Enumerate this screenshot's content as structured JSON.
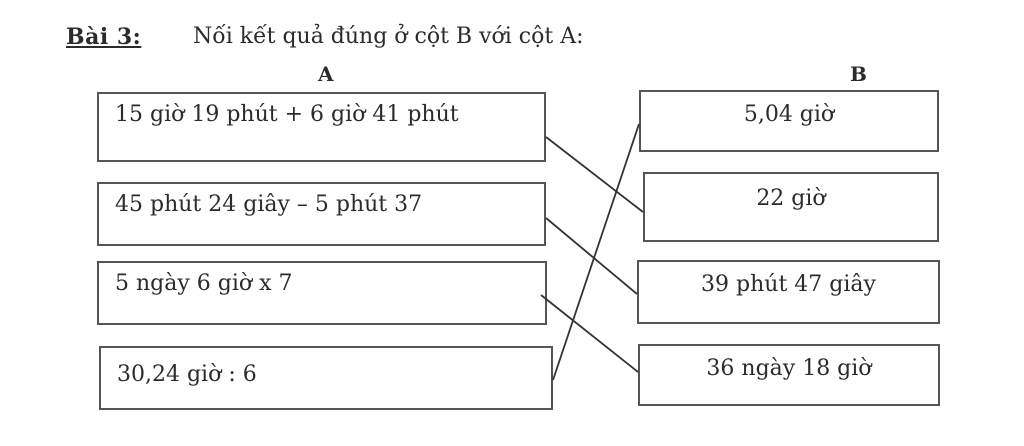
{
  "heading": {
    "label": "Bài 3:",
    "instruction": "Nối kết quả đúng ở cột B với cột A:"
  },
  "column_a": {
    "heading": "A",
    "items": [
      "15 giờ 19 phút + 6 giờ 41 phút",
      "45 phút 24 giây – 5 phút 37",
      "5 ngày 6 giờ x 7",
      "30,24 giờ : 6"
    ]
  },
  "column_b": {
    "heading": "B",
    "items": [
      "5,04 giờ",
      "22 giờ",
      "39 phút 47 giây",
      "36 ngày 18 giờ"
    ]
  }
}
